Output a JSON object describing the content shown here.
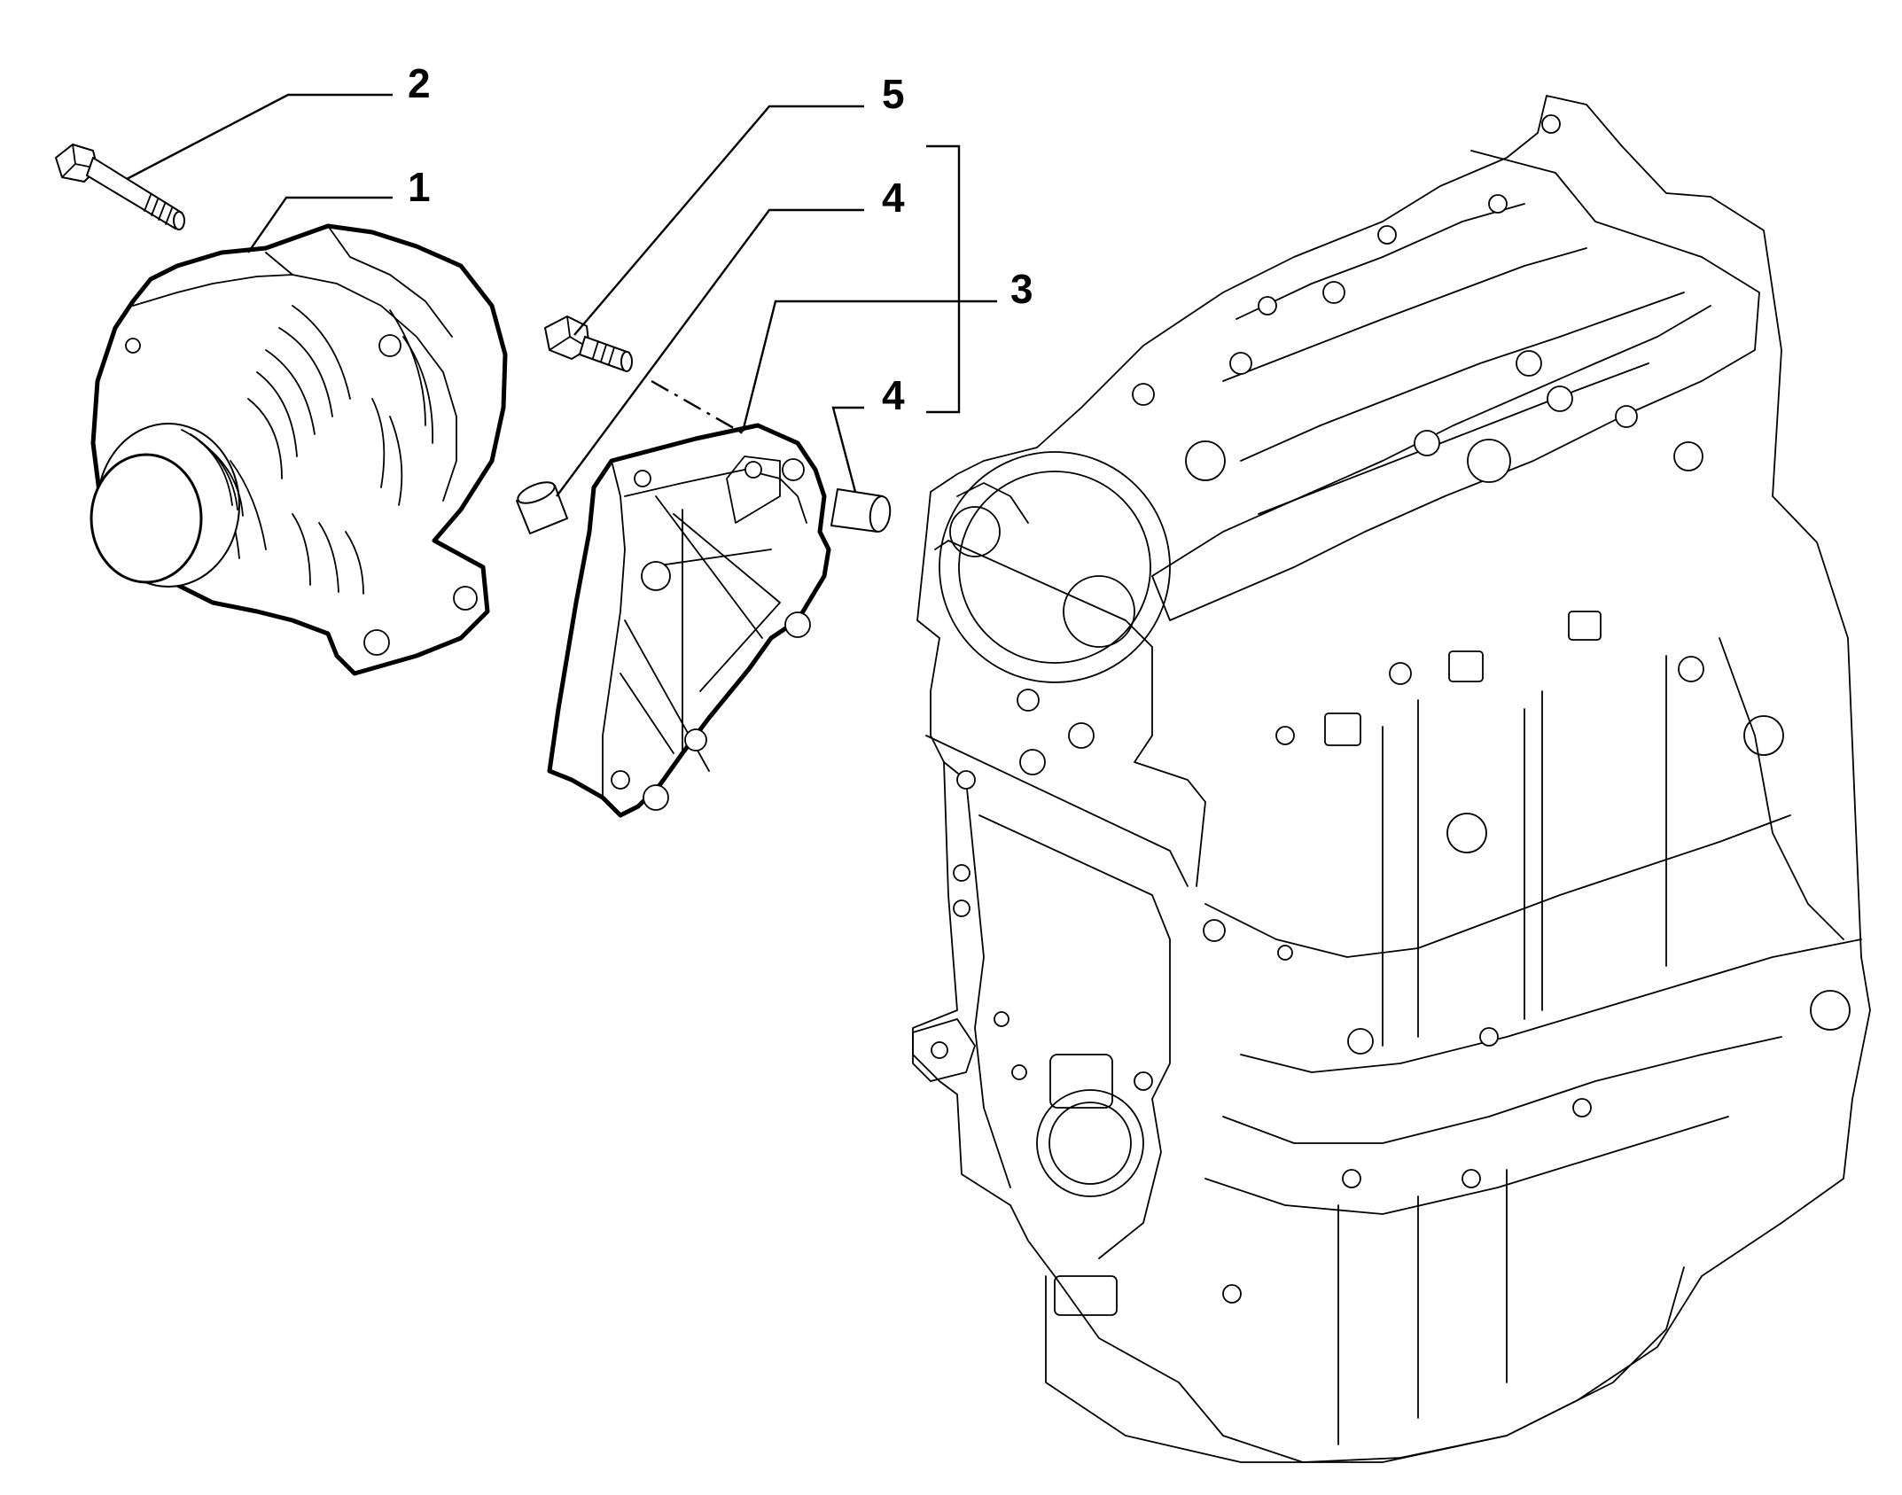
{
  "callouts": [
    {
      "id": "1",
      "label": "1"
    },
    {
      "id": "2",
      "label": "2"
    },
    {
      "id": "3",
      "label": "3"
    },
    {
      "id": "4a",
      "label": "4"
    },
    {
      "id": "4b",
      "label": "4"
    },
    {
      "id": "5",
      "label": "5"
    }
  ],
  "colors": {
    "line": "#000000",
    "background": "#ffffff"
  }
}
